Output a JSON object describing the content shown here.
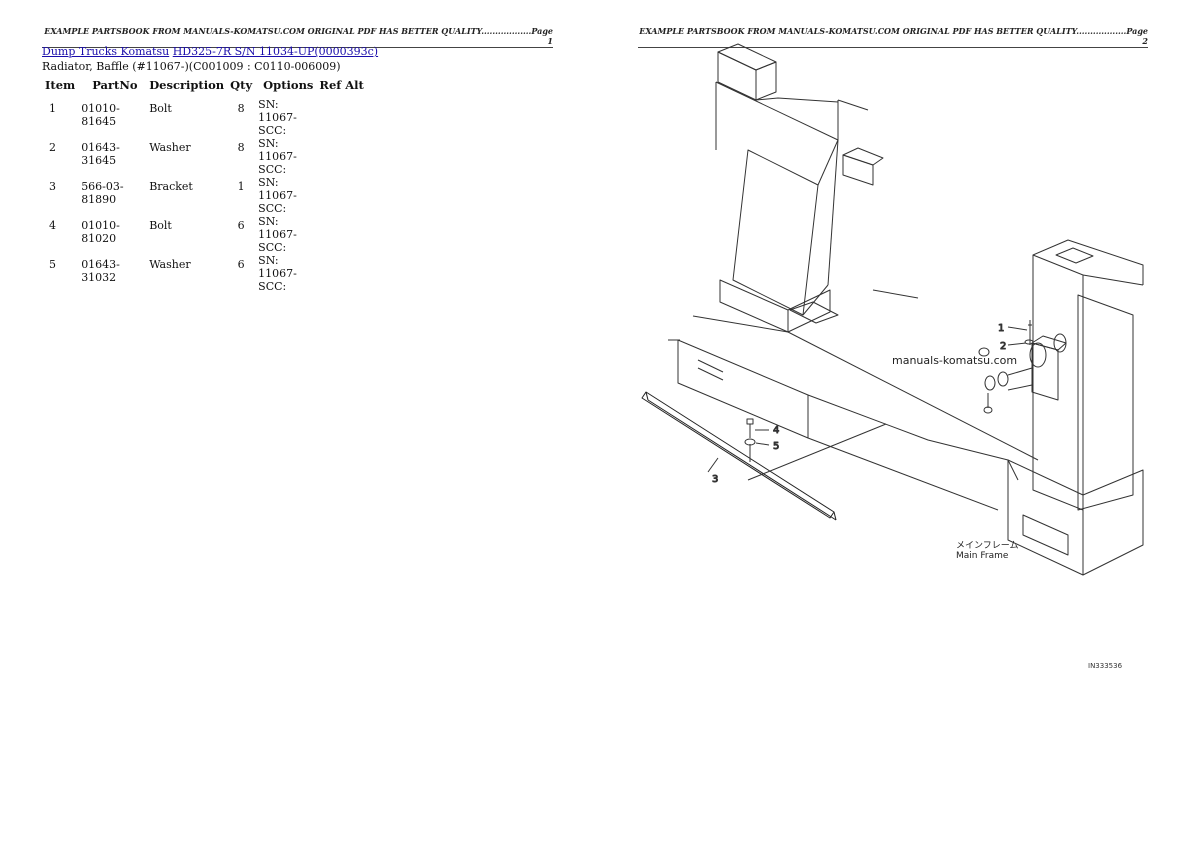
{
  "header": {
    "left": "EXAMPLE PARTSBOOK FROM MANUALS-KOMATSU.COM ORIGINAL PDF HAS BETTER QUALITY..................Page 1",
    "right": "EXAMPLE PARTSBOOK FROM MANUALS-KOMATSU.COM ORIGINAL PDF HAS BETTER QUALITY..................Page 2"
  },
  "breadcrumb": {
    "link1": "Dump Trucks Komatsu",
    "link2": "HD325-7R S/N 11034-UP(0000393c)"
  },
  "subtitle": "Radiator, Baffle (#11067-)(C001009 : C0110-006009)",
  "table": {
    "headers": [
      "Item",
      "PartNo",
      "Description",
      "Qty",
      "Options",
      "Ref Alt"
    ],
    "rows": [
      {
        "item": "1",
        "partno": "01010-81645",
        "desc": "Bolt",
        "qty": "8",
        "opt1": "SN: 11067-",
        "opt2": "SCC:"
      },
      {
        "item": "2",
        "partno": "01643-31645",
        "desc": "Washer",
        "qty": "8",
        "opt1": "SN: 11067-",
        "opt2": "SCC:"
      },
      {
        "item": "3",
        "partno": "566-03-81890",
        "desc": "Bracket",
        "qty": "1",
        "opt1": "SN: 11067-",
        "opt2": "SCC:"
      },
      {
        "item": "4",
        "partno": "01010-81020",
        "desc": "Bolt",
        "qty": "6",
        "opt1": "SN: 11067-",
        "opt2": "SCC:"
      },
      {
        "item": "5",
        "partno": "01643-31032",
        "desc": "Washer",
        "qty": "6",
        "opt1": "SN: 11067-",
        "opt2": "SCC:"
      }
    ]
  },
  "diagram": {
    "watermark": "manuals-komatsu.com",
    "frame_label_jp": "メインフレーム",
    "frame_label_en": "Main Frame",
    "callouts": [
      "1",
      "2",
      "3",
      "4",
      "5"
    ],
    "code": "IN333536"
  }
}
